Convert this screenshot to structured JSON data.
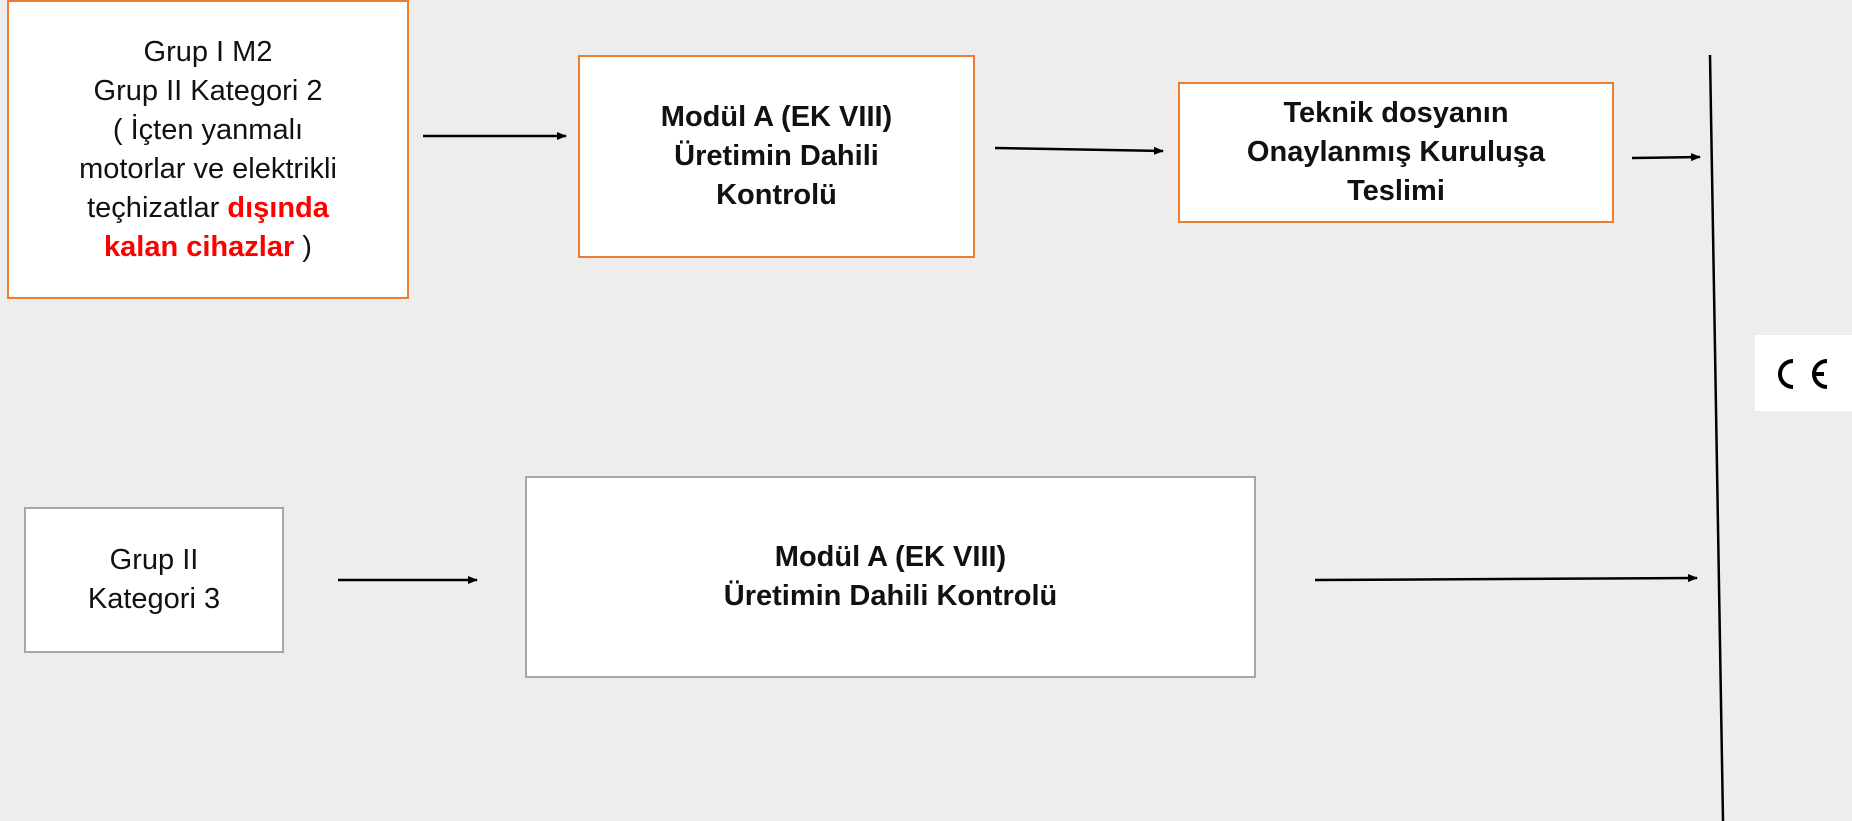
{
  "diagram": {
    "group1_box": {
      "line1": "Grup I M2",
      "line2": "Grup II Kategori 2",
      "line3": "( İçten yanmalı",
      "line4": "motorlar ve elektrikli",
      "line5_prefix": "teçhizatlar ",
      "line5_highlight": "dışında",
      "line6_highlight": "kalan cihazlar",
      "line6_suffix": " )"
    },
    "module_a_box_top": {
      "line1": "Modül A (EK VIII)",
      "line2": "Üretimin Dahili",
      "line3": "Kontrolü"
    },
    "technical_file_box": {
      "line1": "Teknik dosyanın",
      "line2": "Onaylanmış Kuruluşa",
      "line3": "Teslimi"
    },
    "group2_box": {
      "line1": "Grup II",
      "line2": "Kategori 3"
    },
    "module_a_box_bottom": {
      "line1": "Modül A (EK VIII)",
      "line2": "Üretimin Dahili Kontrolü"
    },
    "ce_mark": {
      "text": "CE"
    }
  },
  "colors": {
    "background": "#eeedeb",
    "orange_border": "#ed7d31",
    "gray_border": "#a6a6a6",
    "highlight_red": "#ff0000",
    "arrow": "#000000"
  }
}
